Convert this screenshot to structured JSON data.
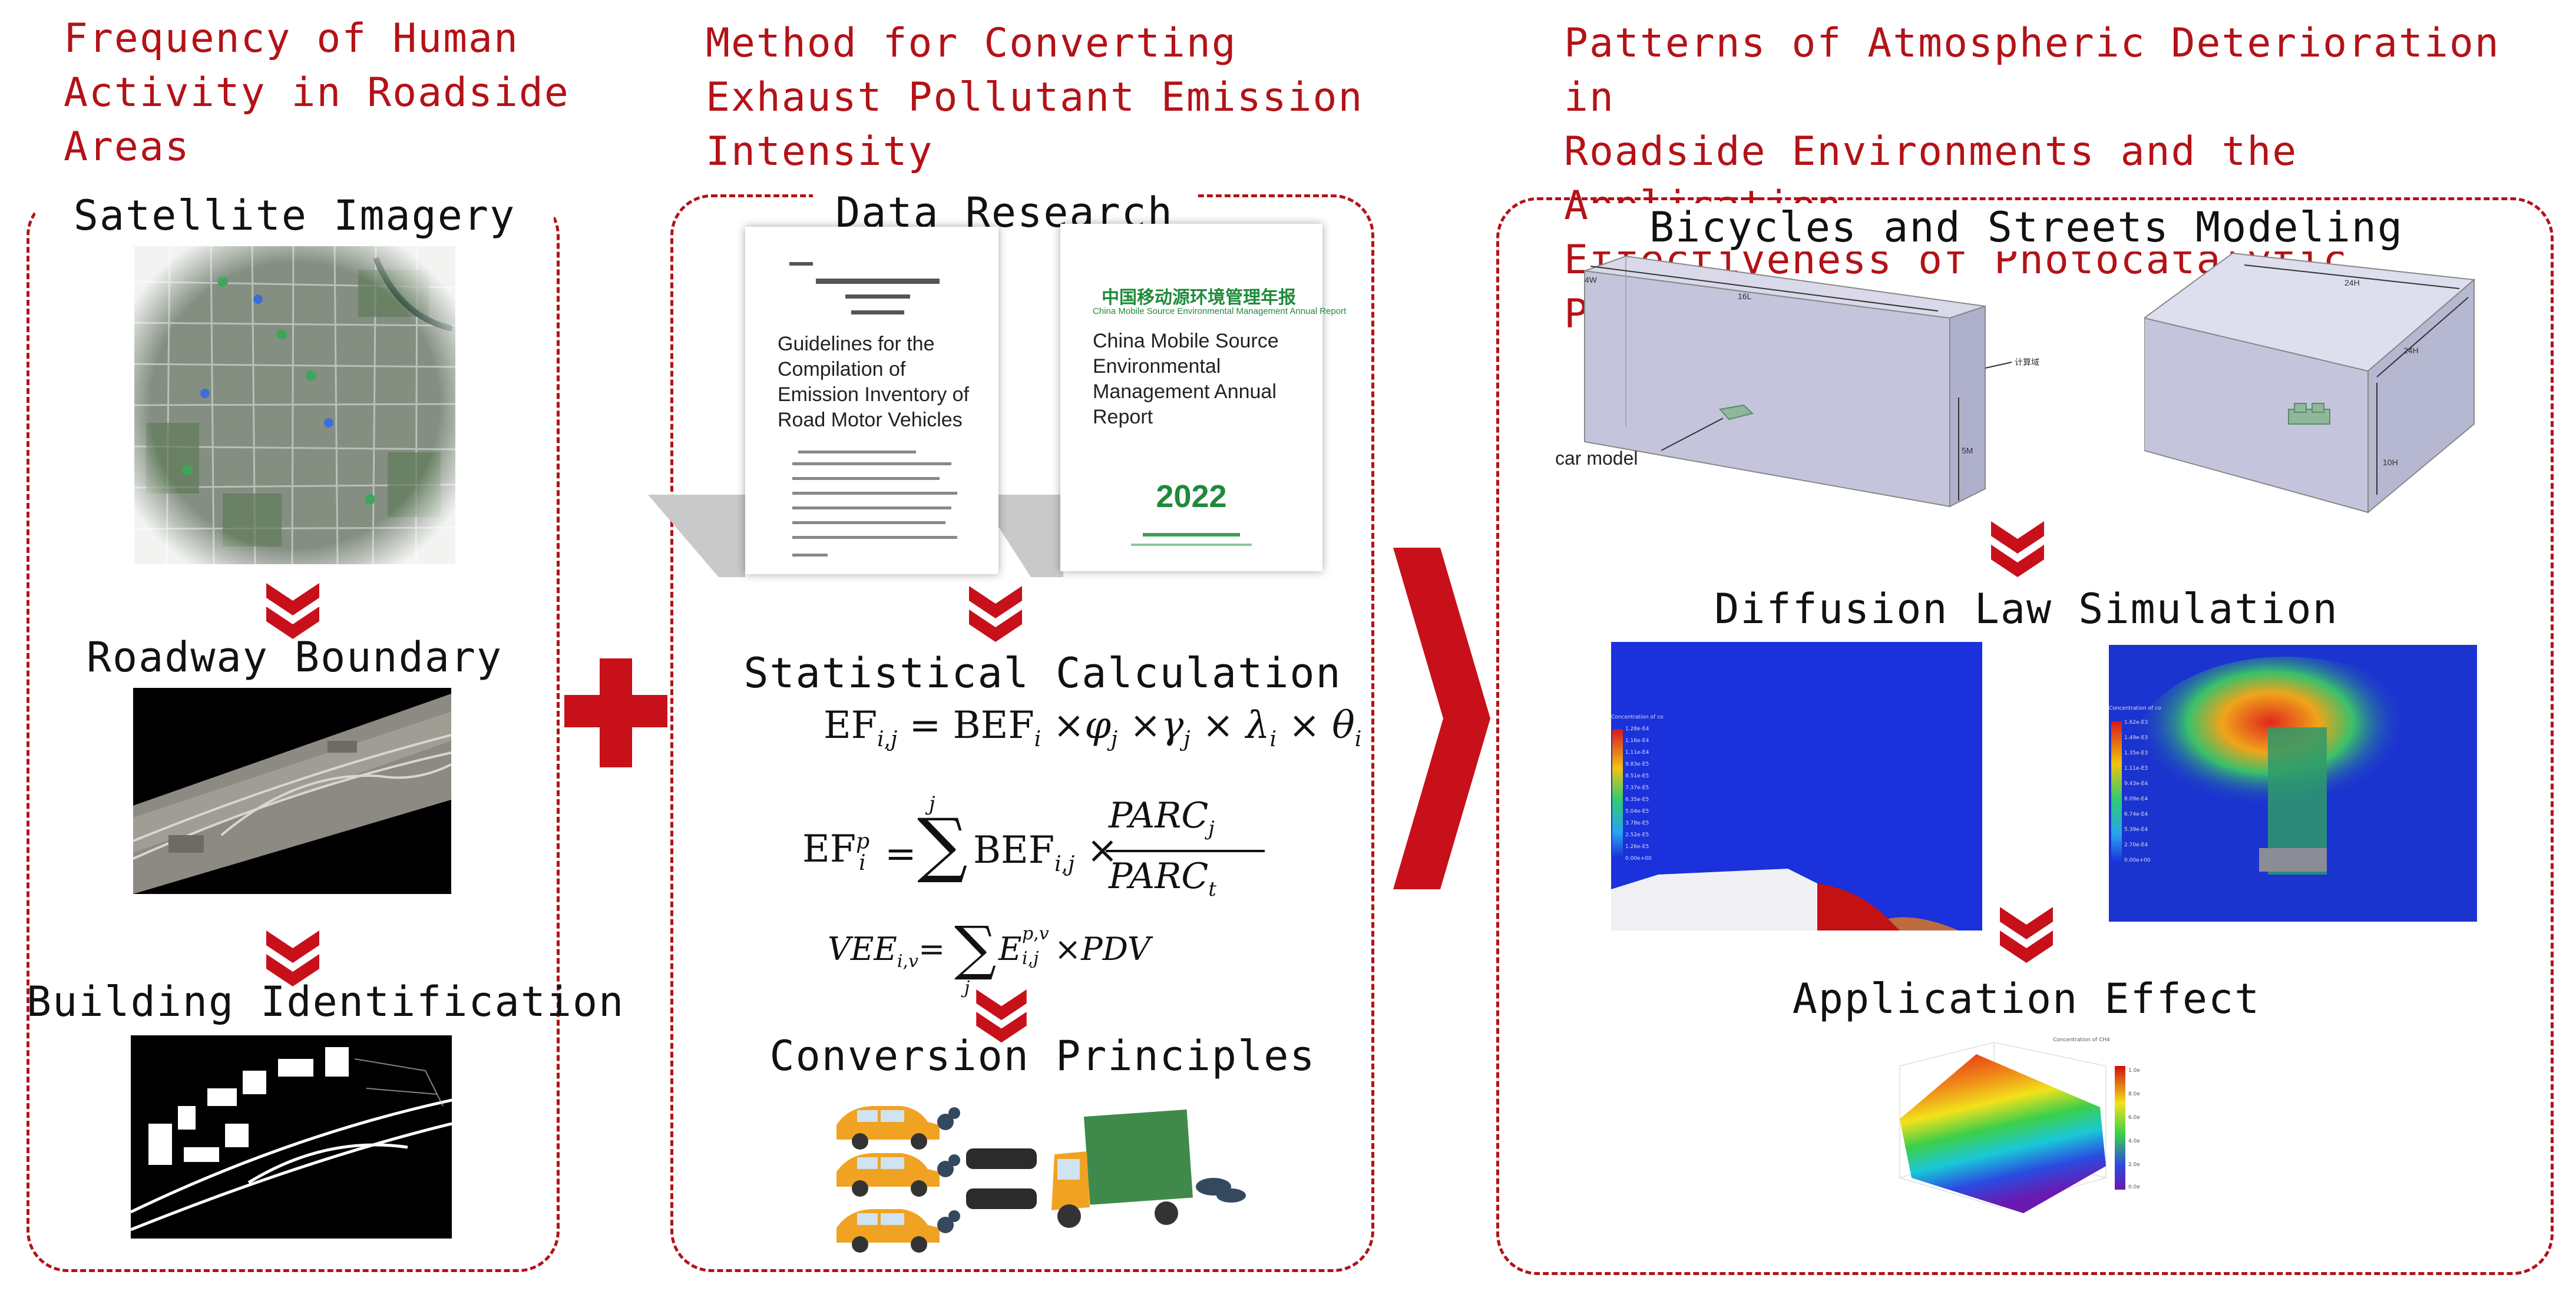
{
  "sections": {
    "left_title_lines": [
      "Frequency of Human",
      "Activity in Roadside",
      "Areas"
    ],
    "middle_title_lines": [
      "Method for Converting",
      "Exhaust Pollutant Emission",
      "Intensity"
    ],
    "right_title_lines": [
      "Patterns of Atmospheric Deterioration in",
      "Roadside Environments and the Application",
      "Effectiveness of Photocatalytic Pavements"
    ]
  },
  "left": {
    "satellite_label": "Satellite Imagery",
    "roadway_label": "Roadway Boundary",
    "building_label": "Building Identification"
  },
  "middle": {
    "data_research_label": "Data Research",
    "doc1": {
      "title": "Guidelines for the Compilation of Emission Inventory of Road Motor Vehicles"
    },
    "doc2": {
      "cn_title": "中国移动源环境管理年报",
      "en_subtitle": "China Mobile Source Environmental Management Annual Report",
      "title": "China Mobile Source Environmental Management Annual Report",
      "year": "2022"
    },
    "statistical_label": "Statistical Calculation",
    "conversion_label": "Conversion Principles"
  },
  "right": {
    "modeling_label": "Bicycles and Streets Modeling",
    "car_model_label": "car model",
    "diffusion_label": "Diffusion Law Simulation",
    "application_label": "Application Effect"
  },
  "colors": {
    "accent_red": "#b31217",
    "simulation_blue": "#1a2ed6"
  }
}
